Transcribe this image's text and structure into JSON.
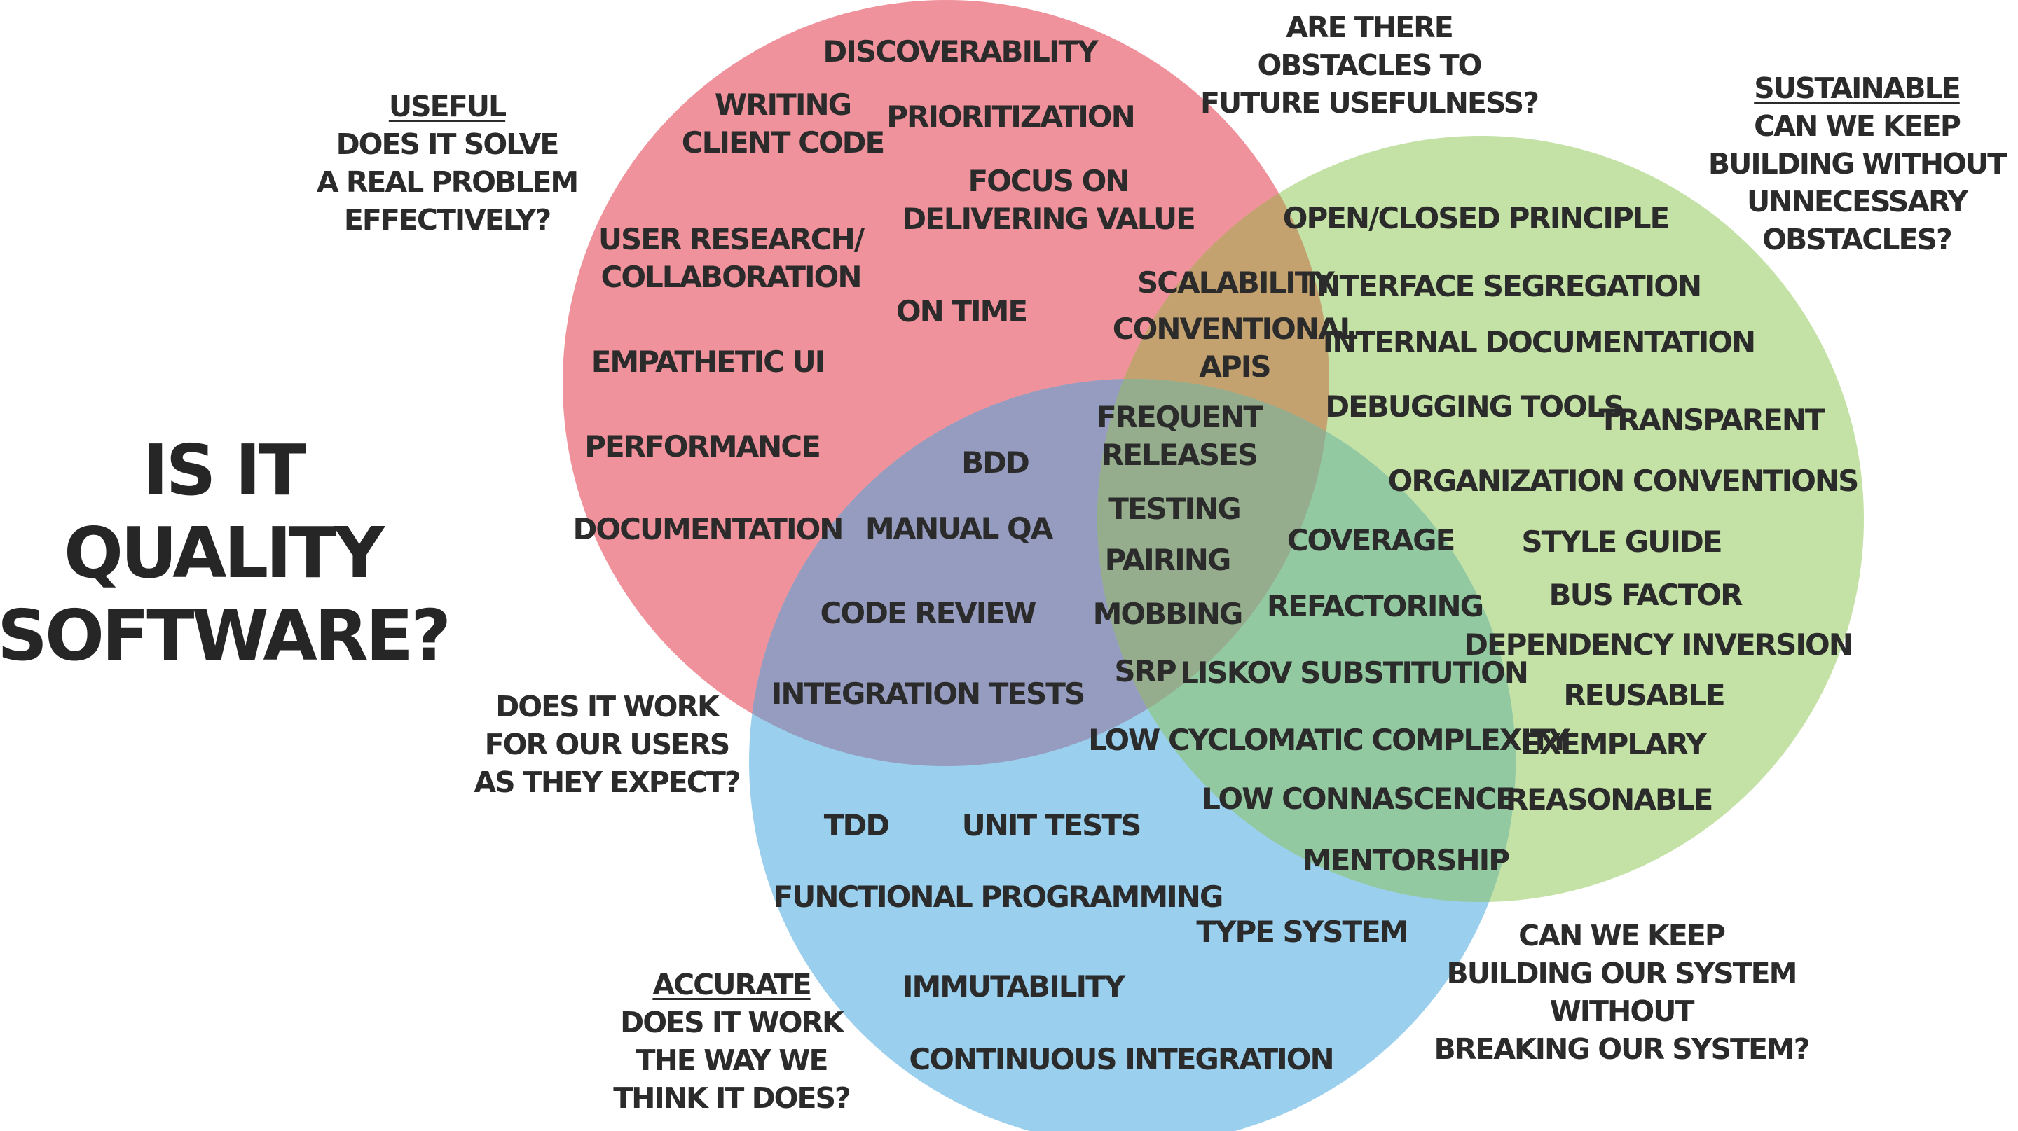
{
  "title": [
    "IS IT",
    "QUALITY",
    "SOFTWARE?"
  ],
  "colors": {
    "useful_circle": "#ec7a85",
    "sustainable_circle": "#b3d88d",
    "accurate_circle": "#8ccaec",
    "text": "#2b2b2b"
  },
  "circles": {
    "useful": {
      "heading": "USEFUL",
      "question": [
        "DOES IT SOLVE",
        "A REAL PROBLEM",
        "EFFECTIVELY?"
      ]
    },
    "sustainable": {
      "heading": "SUSTAINABLE",
      "question": [
        "CAN WE KEEP",
        "BUILDING WITHOUT",
        "UNNECESSARY",
        "OBSTACLES?"
      ]
    },
    "accurate": {
      "heading": "ACCURATE",
      "question": [
        "DOES IT WORK",
        "THE WAY WE",
        "THINK IT DOES?"
      ]
    }
  },
  "intersection_questions": {
    "useful_sustainable": [
      "ARE THERE",
      "OBSTACLES TO",
      "FUTURE USEFULNESS?"
    ],
    "useful_accurate": [
      "DOES IT WORK",
      "FOR OUR USERS",
      "AS THEY EXPECT?"
    ],
    "sustainable_accurate": [
      "CAN WE KEEP",
      "BUILDING OUR SYSTEM",
      "WITHOUT",
      "BREAKING OUR SYSTEM?"
    ]
  },
  "items": {
    "useful_only": [
      [
        "DISCOVERABILITY"
      ],
      [
        "WRITING",
        "CLIENT CODE"
      ],
      [
        "PRIORITIZATION"
      ],
      [
        "FOCUS ON",
        "DELIVERING VALUE"
      ],
      [
        "USER RESEARCH/",
        "COLLABORATION"
      ],
      [
        "ON TIME"
      ],
      [
        "EMPATHETIC UI"
      ],
      [
        "PERFORMANCE"
      ],
      [
        "DOCUMENTATION"
      ]
    ],
    "useful_sustainable": [
      [
        "SCALABILITY"
      ],
      [
        "CONVENTIONAL",
        "APIS"
      ]
    ],
    "useful_accurate": [
      [
        "BDD"
      ],
      [
        "MANUAL QA"
      ],
      [
        "CODE REVIEW"
      ],
      [
        "INTEGRATION TESTS"
      ]
    ],
    "all_three": [
      [
        "FREQUENT",
        "RELEASES"
      ],
      [
        "TESTING"
      ],
      [
        "PAIRING"
      ],
      [
        "MOBBING"
      ],
      [
        "SRP"
      ]
    ],
    "sustainable_only": [
      [
        "OPEN/CLOSED PRINCIPLE"
      ],
      [
        "INTERFACE SEGREGATION"
      ],
      [
        "INTERNAL DOCUMENTATION"
      ],
      [
        "DEBUGGING TOOLS"
      ],
      [
        "TRANSPARENT"
      ],
      [
        "ORGANIZATION CONVENTIONS"
      ],
      [
        "STYLE GUIDE"
      ],
      [
        "BUS FACTOR"
      ],
      [
        "DEPENDENCY INVERSION"
      ],
      [
        "REUSABLE"
      ],
      [
        "EXEMPLARY"
      ],
      [
        "REASONABLE"
      ]
    ],
    "sustainable_accurate": [
      [
        "COVERAGE"
      ],
      [
        "REFACTORING"
      ],
      [
        "LISKOV SUBSTITUTION"
      ],
      [
        "LOW CYCLOMATIC COMPLEXITY"
      ],
      [
        "LOW CONNASCENCE"
      ],
      [
        "MENTORSHIP"
      ]
    ],
    "accurate_only": [
      [
        "TDD"
      ],
      [
        "UNIT TESTS"
      ],
      [
        "FUNCTIONAL PROGRAMMING"
      ],
      [
        "TYPE SYSTEM"
      ],
      [
        "IMMUTABILITY"
      ],
      [
        "CONTINUOUS INTEGRATION"
      ]
    ]
  }
}
